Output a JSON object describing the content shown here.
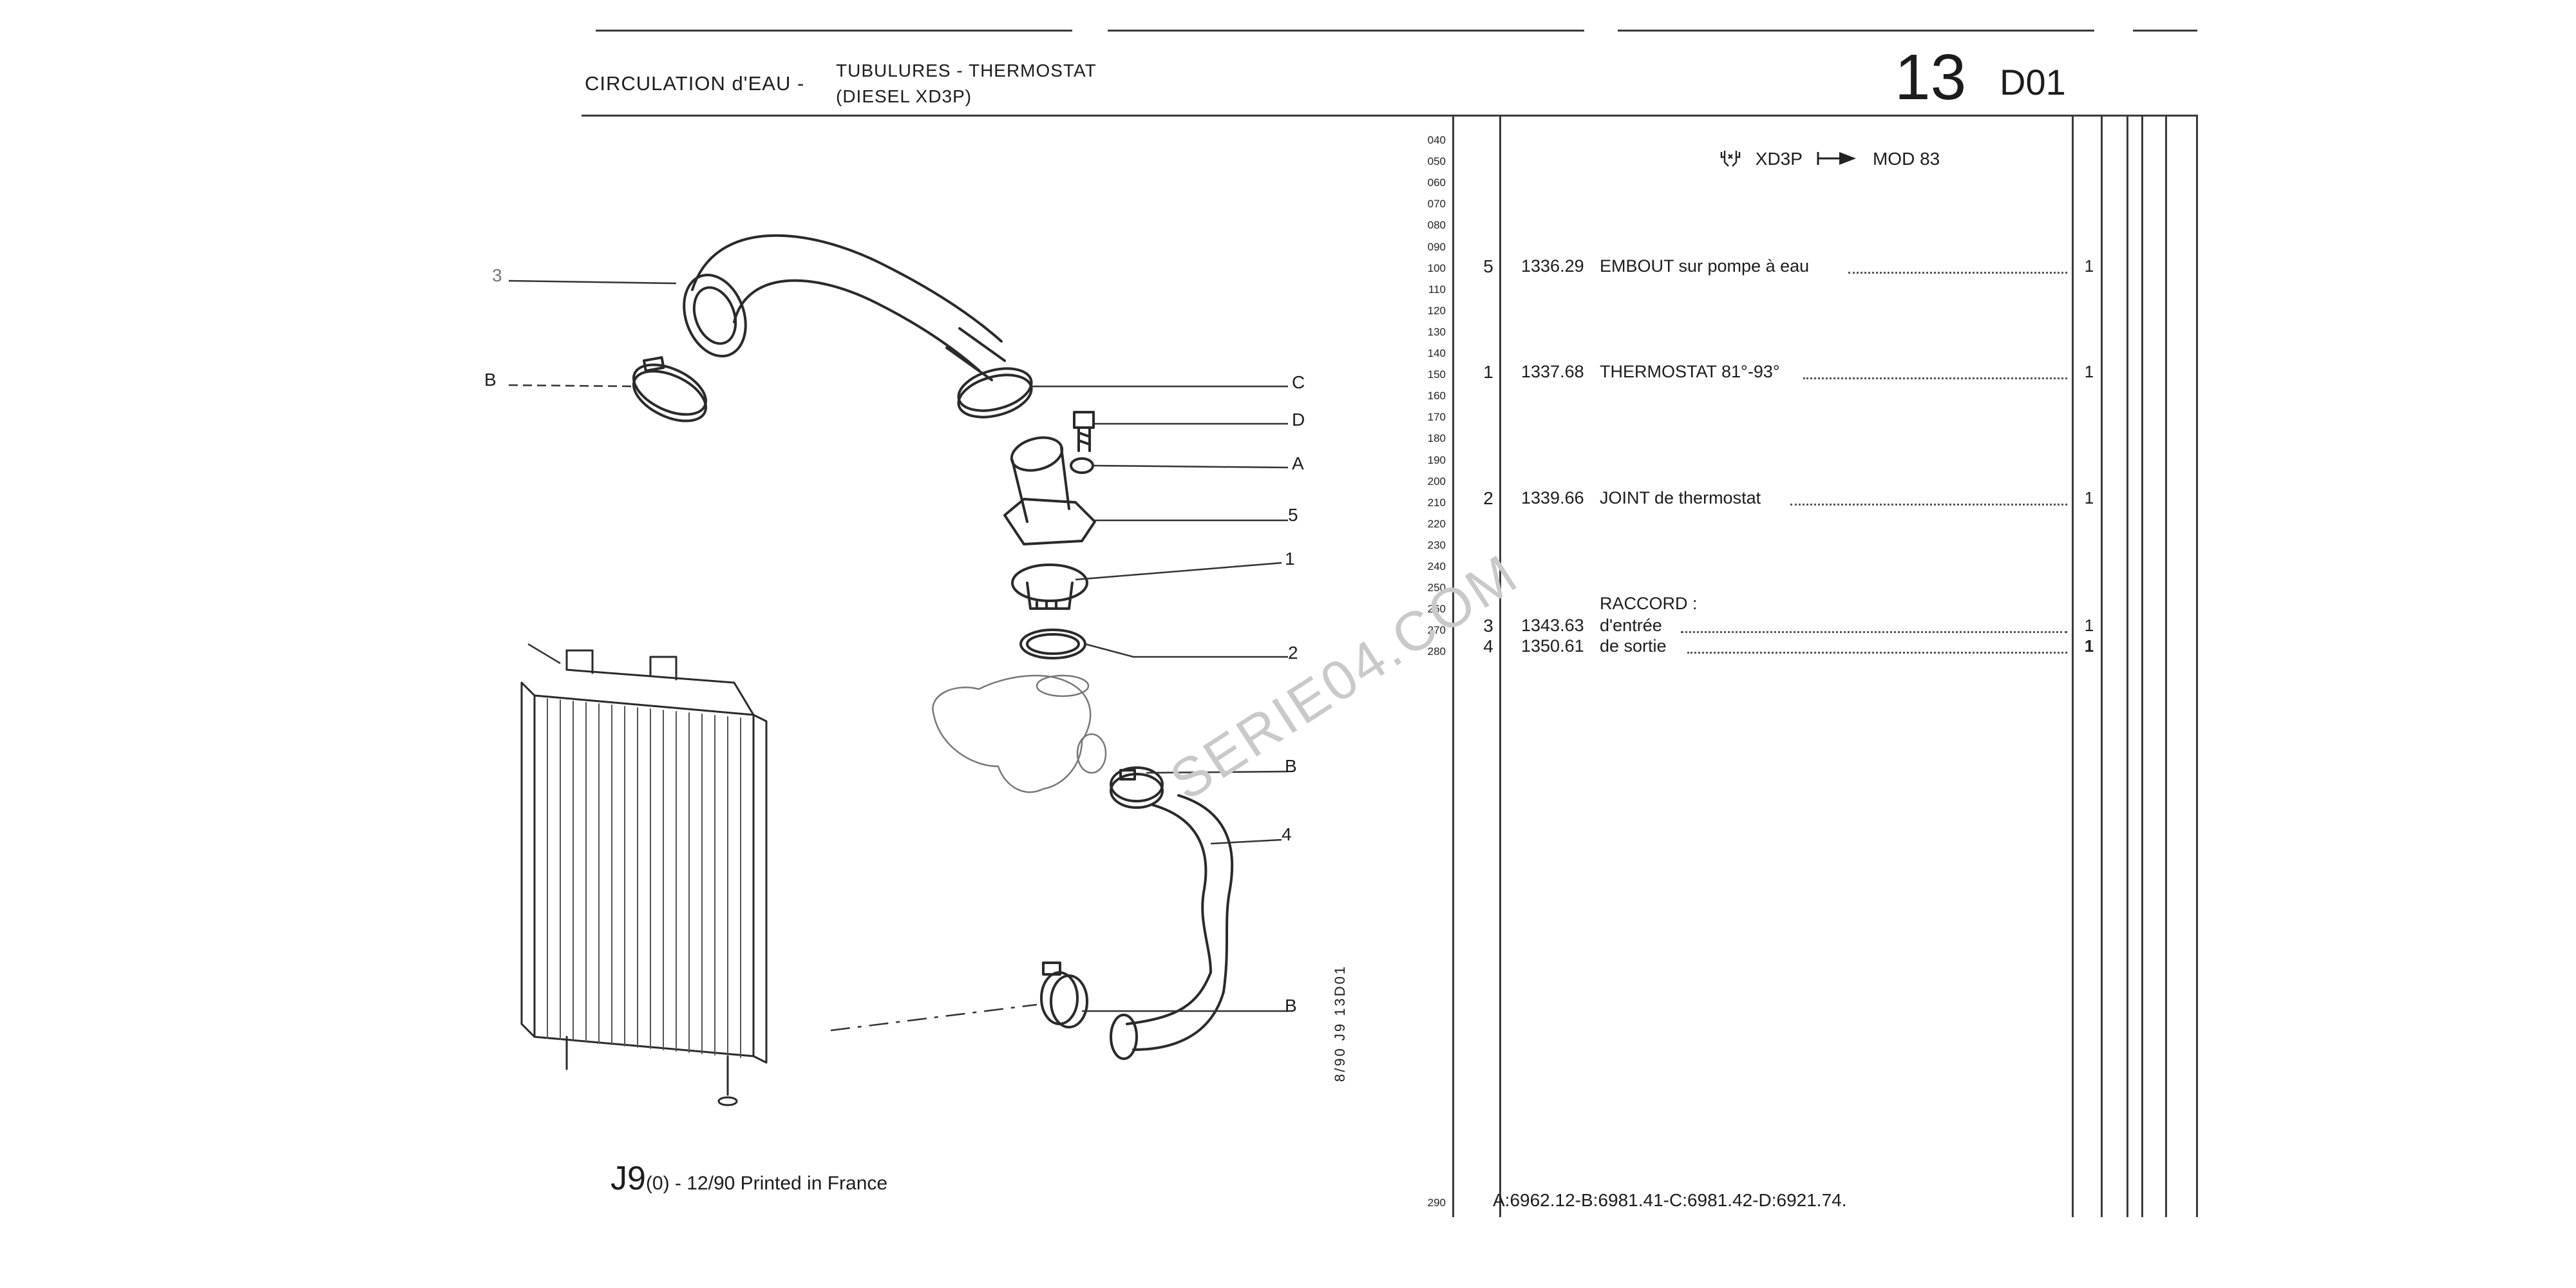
{
  "header": {
    "section": "CIRCULATION d'EAU -",
    "subtitle_line1": "TUBULURES - THERMOSTAT",
    "subtitle_line2": "(DIESEL XD3P)",
    "group_number": "13",
    "group_code": "D01"
  },
  "application": {
    "engine": "XD3P",
    "model": "MOD 83",
    "icon": "engine-icon",
    "arrow_icon": "range-arrow-icon"
  },
  "line_numbers": [
    "040",
    "050",
    "060",
    "070",
    "080",
    "090",
    "100",
    "110",
    "120",
    "130",
    "140",
    "150",
    "160",
    "170",
    "180",
    "190",
    "200",
    "210",
    "220",
    "230",
    "240",
    "250",
    "260",
    "270",
    "280"
  ],
  "parts": [
    {
      "line": "100",
      "ref": "5",
      "number": "1336.29",
      "designation": "EMBOUT sur pompe à eau",
      "qty": "1"
    },
    {
      "line": "150",
      "ref": "1",
      "number": "1337.68",
      "designation": "THERMOSTAT 81°-93°",
      "qty": "1"
    },
    {
      "line": "210",
      "ref": "2",
      "number": "1339.66",
      "designation": "JOINT de thermostat",
      "qty": "1"
    },
    {
      "line": "260",
      "ref": "",
      "number": "",
      "designation": "RACCORD :",
      "qty": ""
    },
    {
      "line": "270",
      "ref": "3",
      "number": "1343.63",
      "designation": "d'entrée",
      "qty": "1"
    },
    {
      "line": "280",
      "ref": "4",
      "number": "1350.61",
      "designation": "de sortie",
      "qty": "1"
    }
  ],
  "bottom_line": "290",
  "bottom_text": "A:6962.12-B:6981.41-C:6981.42-D:6921.74.",
  "callouts": {
    "c3": "3",
    "cB_top": "B",
    "cC": "C",
    "cD": "D",
    "cA": "A",
    "c5": "5",
    "c1": "1",
    "c2": "2",
    "cB_mid": "B",
    "c4": "4",
    "cB_bot": "B"
  },
  "vertical_code": "8/90  J9  13D01",
  "footer": {
    "prefix": "J9",
    "suffix": "(0) - 12/90 Printed in France"
  },
  "watermark": "SERIE04.COM"
}
